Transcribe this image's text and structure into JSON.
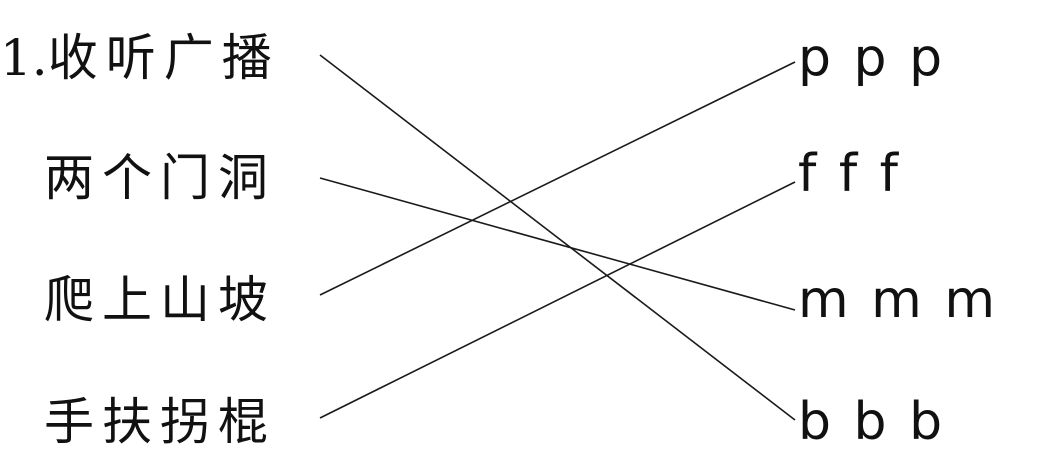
{
  "exercise": {
    "number": "1.",
    "words": [
      "收听广播",
      "两个门洞",
      "爬上山坡",
      "手扶拐棍"
    ],
    "sounds": [
      "p p p",
      "f f f",
      "m m m",
      "b b b"
    ],
    "matches": [
      3,
      2,
      0,
      1
    ],
    "line_color": "#1a1a1a"
  }
}
